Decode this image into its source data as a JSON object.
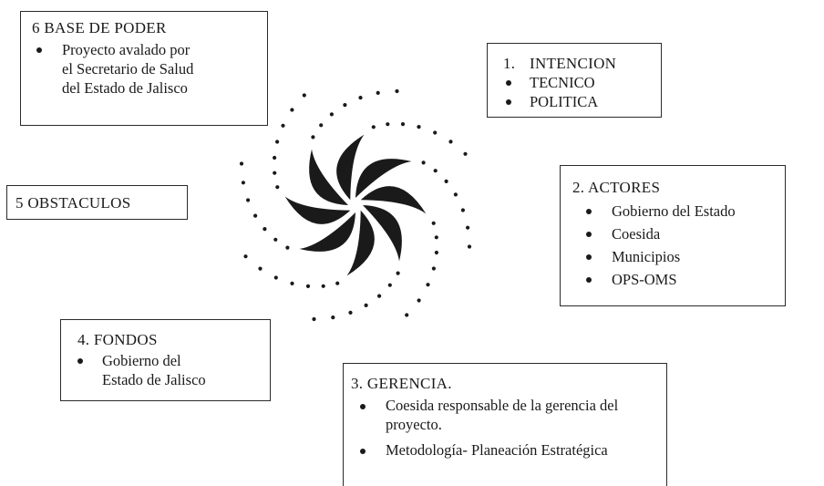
{
  "boxes": {
    "base": {
      "title": "6 BASE DE PODER",
      "items": [
        {
          "lines": [
            "Proyecto avalado por",
            "el Secretario de Salud",
            "del Estado de Jalisco"
          ]
        }
      ]
    },
    "intencion": {
      "number": "1.",
      "title": "INTENCION",
      "items": [
        "TECNICO",
        "POLITICA"
      ]
    },
    "actores": {
      "title": "2. ACTORES",
      "items": [
        "Gobierno del Estado",
        "Coesida",
        "Municipios",
        "OPS-OMS"
      ]
    },
    "obstaculos": {
      "title": "5 OBSTACULOS"
    },
    "fondos": {
      "title": "4. FONDOS",
      "items": [
        {
          "lines": [
            "Gobierno del",
            "Estado de Jalisco"
          ]
        }
      ]
    },
    "gerencia": {
      "title": "3. GERENCIA.",
      "items": [
        {
          "lines": [
            "Coesida responsable de la gerencia del",
            "proyecto."
          ]
        },
        {
          "lines": [
            "Metodología- Planeación Estratégica"
          ]
        }
      ]
    }
  },
  "colors": {
    "ink": "#1a1a1a",
    "border": "#2a2a2a",
    "background": "#ffffff"
  },
  "icons": {
    "center": "pinwheel-spiral-icon"
  }
}
